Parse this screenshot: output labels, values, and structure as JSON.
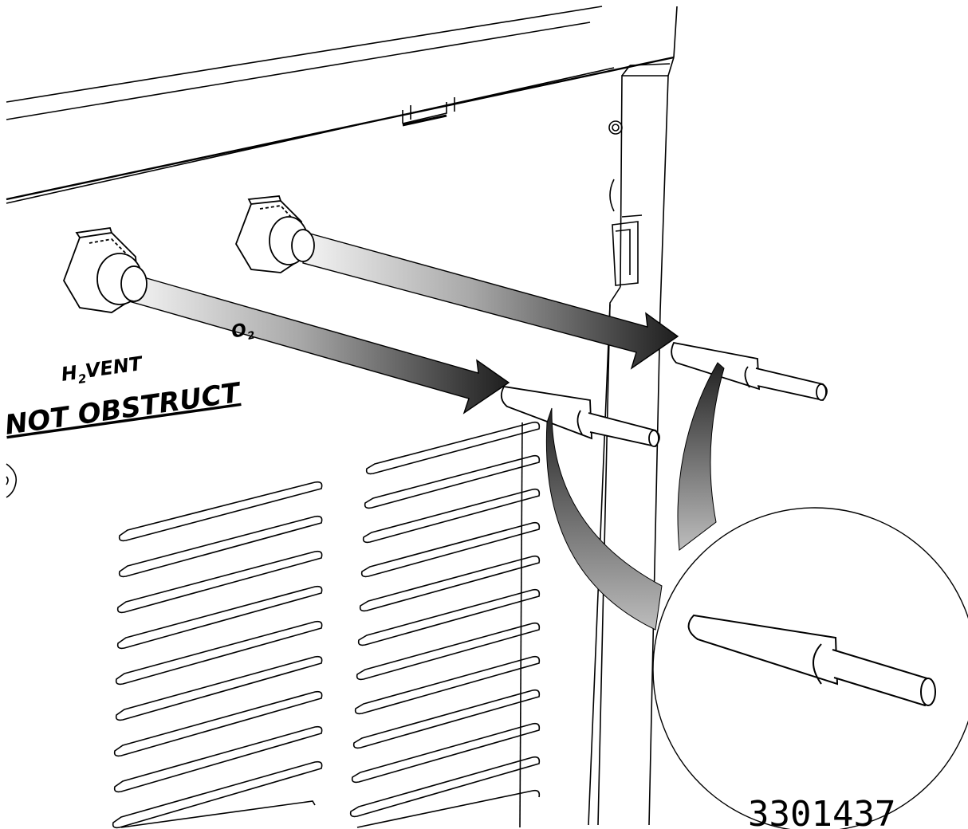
{
  "labels": {
    "h2_vent": "H2VENT",
    "h2_main": "H",
    "h2_sub": "2",
    "h2_rest": "VENT",
    "o2_main": "O",
    "o2_sub": "2",
    "do_not_obstruct": "NOT OBSTRUCT",
    "figure_number": "3301437"
  },
  "colors": {
    "line": "#000000",
    "background": "#ffffff",
    "arrow_dark": "#1e1e1e",
    "arrow_light": "#f4f4f4"
  },
  "icons": {
    "hex_fitting": "hex-fitting-icon",
    "vent_tube": "vent-tube-icon",
    "plug": "tapered-plug-icon",
    "magnifier": "detail-callout-icon"
  }
}
